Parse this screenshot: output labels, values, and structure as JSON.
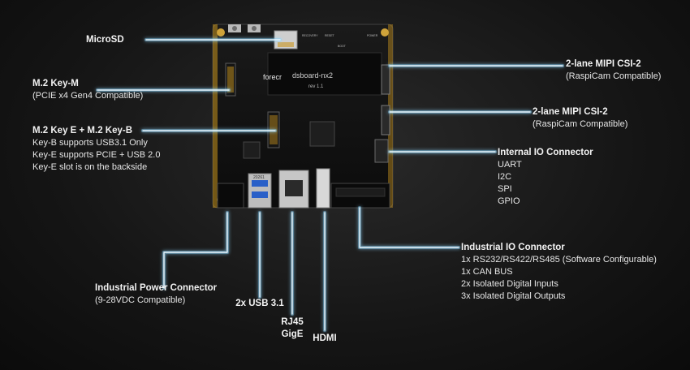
{
  "board": {
    "brand": "forecr",
    "model": "dsboard-nx2",
    "revision": "rev 1.1",
    "usb_chip_text": "20261",
    "header_labels": [
      "RECOVERY",
      "RESET",
      "BOOT",
      "POWER"
    ]
  },
  "colors": {
    "background": "#151515",
    "board": "#111111",
    "wire_glow": "#8fd8ff",
    "wire_core": "#eaf8ff"
  },
  "callouts": [
    {
      "id": "microsd",
      "title": "MicroSD",
      "lines": []
    },
    {
      "id": "m2-key-m",
      "title": "M.2 Key-M",
      "lines": [
        "(PCIE x4 Gen4 Compatible)"
      ]
    },
    {
      "id": "m2-key-e-b",
      "title": "M.2 Key E + M.2 Key-B",
      "lines": [
        "Key-B supports USB3.1 Only",
        "Key-E  supports PCIE + USB 2.0",
        "Key-E slot is on the backside"
      ]
    },
    {
      "id": "csi-1",
      "title": "2-lane MIPI CSI-2",
      "lines": [
        "(RaspiCam Compatible)"
      ]
    },
    {
      "id": "csi-2",
      "title": "2-lane MIPI CSI-2",
      "lines": [
        "(RaspiCam Compatible)"
      ]
    },
    {
      "id": "internal-io",
      "title": "Internal IO Connector",
      "lines": [
        "UART",
        "I2C",
        "SPI",
        "GPIO"
      ]
    },
    {
      "id": "industrial-io",
      "title": "Industrial IO Connector",
      "lines": [
        "1x RS232/RS422/RS485 (Software Configurable)",
        "1x CAN BUS",
        "2x Isolated Digital Inputs",
        "3x Isolated Digital Outputs"
      ]
    },
    {
      "id": "power",
      "title": "Industrial Power Connector",
      "lines": [
        "(9-28VDC Compatible)"
      ]
    },
    {
      "id": "usb",
      "title": "2x USB 3.1",
      "lines": []
    },
    {
      "id": "rj45",
      "title": "RJ45",
      "lines": [
        "GigE"
      ]
    },
    {
      "id": "hdmi",
      "title": "HDMI",
      "lines": []
    }
  ]
}
